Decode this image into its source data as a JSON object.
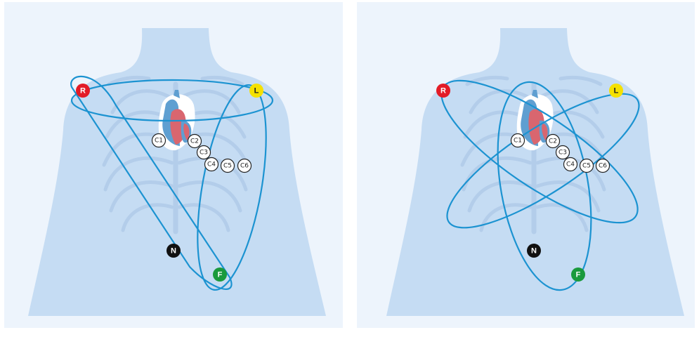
{
  "panels": [
    {
      "id": "einthoven",
      "limb_electrodes": [
        {
          "label": "R",
          "color": "#e31c27",
          "text_color": "#ffffff"
        },
        {
          "label": "L",
          "color": "#f5e100",
          "text_color": "#222222"
        },
        {
          "label": "N",
          "color": "#111111",
          "text_color": "#ffffff"
        },
        {
          "label": "F",
          "color": "#1a9a3c",
          "text_color": "#ffffff"
        }
      ],
      "chest_electrodes": [
        "C1",
        "C2",
        "C3",
        "C4",
        "C5",
        "C6"
      ]
    },
    {
      "id": "cabrera",
      "limb_electrodes": [
        {
          "label": "R",
          "color": "#e31c27",
          "text_color": "#ffffff"
        },
        {
          "label": "L",
          "color": "#f5e100",
          "text_color": "#222222"
        },
        {
          "label": "N",
          "color": "#111111",
          "text_color": "#ffffff"
        },
        {
          "label": "F",
          "color": "#1a9a3c",
          "text_color": "#ffffff"
        }
      ],
      "chest_electrodes": [
        "C1",
        "C2",
        "C3",
        "C4",
        "C5",
        "C6"
      ]
    }
  ],
  "colors": {
    "background": "#edf4fc",
    "torso": "#c5dcf3",
    "ribs": "#b3cdea",
    "lead_lines": "#1c93d1",
    "heart_blue": "#5f9fd1",
    "heart_red": "#d9666f"
  }
}
